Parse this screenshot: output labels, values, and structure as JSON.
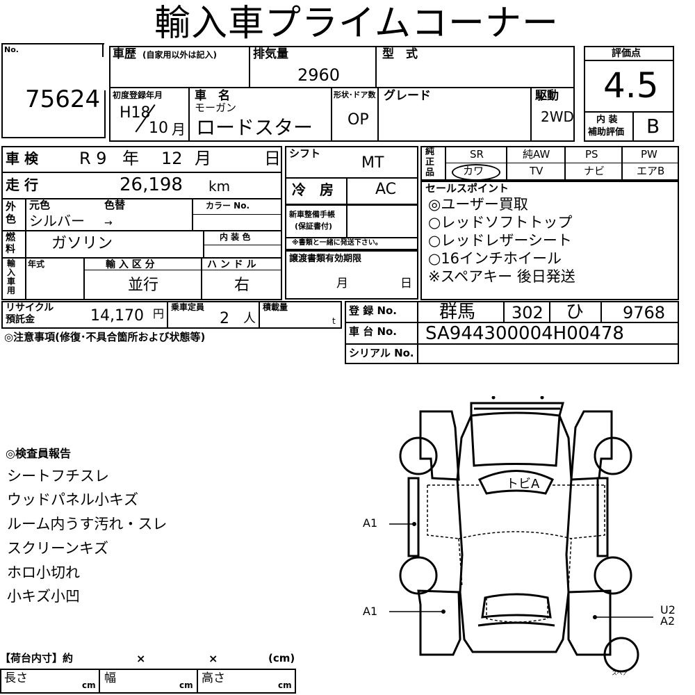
{
  "title": "輸入車プライムコーナー",
  "no_label": "No.",
  "lot_no": "75624",
  "history_label": "車歴",
  "history_note": "(自家用以外は記入)",
  "displacement_label": "排気量",
  "displacement": "2960",
  "model_label": "型　式",
  "score_label": "評価点",
  "score": "4.5",
  "interior_label_1": "内 装",
  "interior_label_2": "補助評価",
  "interior_score": "B",
  "first_reg_label": "初度登録年月",
  "first_reg_era": "H18",
  "first_reg_month": "10",
  "first_reg_month_unit": "月",
  "name_label": "車　名",
  "make": "モーガン",
  "model_name": "ロードスター",
  "shape_doors_label": "形状･ドア数",
  "shape_doors": "OP",
  "grade_label": "グレード",
  "drive_label": "駆動",
  "drive": "2WD",
  "inspection_label": "車 検",
  "inspection_era": "R 9",
  "year_unit": "年",
  "inspection_month": "12",
  "month_unit": "月",
  "day_unit": "日",
  "mileage_label": "走 行",
  "mileage": "26,198",
  "mileage_unit": "km",
  "shift_label": "シフト",
  "shift": "MT",
  "ac_label": "冷　房",
  "ac": "AC",
  "exterior_label": "外色",
  "orig_color_label": "元色",
  "color_change_label": "色替",
  "color_no_label": "カラー No.",
  "color": "シルバー",
  "color_change": "→",
  "fuel_label": "燃料",
  "fuel": "ガソリン",
  "interior_color_label": "内 装 色",
  "warranty_label_1": "新車整備手帳",
  "warranty_label_2": "(保証書付)",
  "warranty_note": "※書類と一緒に発送下さい。",
  "import_label": "輸入車用",
  "model_year_label": "年式",
  "import_type_label": "輸 入 区 分",
  "handle_label": "ハ ン ド ル",
  "import_type": "並行",
  "handle": "右",
  "transfer_label": "譲渡書類有効期限",
  "transfer_month": "月",
  "transfer_day": "日",
  "recycle_label_1": "リサイクル",
  "recycle_label_2": "預託金",
  "recycle_fee": "14,170",
  "yen_unit": "円",
  "capacity_label": "乗車定員",
  "capacity": "2",
  "capacity_unit": "人",
  "load_label": "積載量",
  "load_unit": "t",
  "notes_label": "◎注意事項(修復･不具合箇所および状態等)",
  "equipment": {
    "side_label": "純正品",
    "headers": [
      "SR",
      "純AW",
      "PS",
      "PW"
    ],
    "row2": [
      "カワ",
      "TV",
      "ナビ",
      "エアB"
    ]
  },
  "sales_label": "セールスポイント",
  "sales_points": [
    "◎ユーザー買取",
    "○レッドソフトトップ",
    "○レッドレザーシート",
    "○16インチホイール",
    "※スペアキー 後日発送"
  ],
  "reg_label": "登 録 No.",
  "reg_area": "群馬",
  "reg_class": "302",
  "reg_kana": "ひ",
  "reg_number": "9768",
  "chassis_label": "車 台 No.",
  "chassis_no": "SA944300004H00478",
  "serial_label": "シリアル No.",
  "inspector_label": "◎検査員報告",
  "inspector_notes": [
    "シートフチスレ",
    "ウッドパネル小キズ",
    "ルーム内うす汚れ・スレ",
    "スクリーンキズ",
    "ホロ小切れ",
    "小キズ小凹"
  ],
  "diagram": {
    "windshield_mark": "トビA",
    "left_front": "A1",
    "left_rear": "A1",
    "right_rear_1": "U2",
    "right_rear_2": "A2",
    "spare": "スペア"
  },
  "cargo_label": "【荷台内寸】約",
  "times": "×",
  "cm_paren": "(cm)",
  "length_label": "長さ",
  "width_label": "幅",
  "height_label": "高さ",
  "cm": "cm"
}
